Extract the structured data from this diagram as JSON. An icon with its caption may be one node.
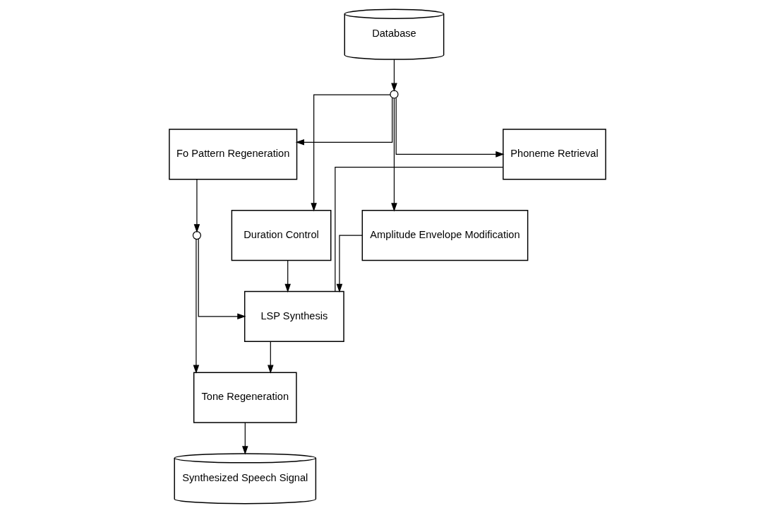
{
  "diagram": {
    "nodes": [
      {
        "text": [
          "Database"
        ]
      },
      {
        "text": [],
        "shape": "circle"
      },
      {
        "text": [
          "Fo Pattern Regeneration"
        ]
      },
      {
        "text": [
          "Duration Control"
        ]
      },
      {
        "text": [
          "Amplitude Envelope Modification"
        ]
      },
      {
        "text": [
          "Phoneme Retrieval"
        ]
      },
      {
        "text": [],
        "shape": "circle"
      },
      {
        "text": [
          "LSP Synthesis"
        ]
      },
      {
        "text": [
          "Tone Regeneration"
        ]
      },
      {
        "text": [
          "Synthesized Speech Signal"
        ]
      }
    ],
    "edges": [
      {
        "from": 0,
        "to": 1,
        "arrow": "to"
      },
      {
        "from": 1,
        "to": 2,
        "arrow": "to"
      },
      {
        "from": 1,
        "to": 3,
        "arrow": "to"
      },
      {
        "from": 1,
        "to": 4,
        "arrow": "to"
      },
      {
        "from": 1,
        "to": 5,
        "arrow": "to"
      },
      {
        "from": 2,
        "to": 6,
        "arrow": "to"
      },
      {
        "from": 3,
        "to": 7,
        "arrow": "to"
      },
      {
        "from": 4,
        "to": 7,
        "arrow": "to"
      },
      {
        "from": 6,
        "to": 7,
        "arrow": "to"
      },
      {
        "from": 5,
        "to": 7,
        "arrow": "none"
      },
      {
        "from": 7,
        "to": 8,
        "arrow": "to"
      },
      {
        "from": 6,
        "to": 8,
        "arrow": "to"
      },
      {
        "from": 8,
        "to": 9,
        "arrow": "to"
      }
    ]
  }
}
